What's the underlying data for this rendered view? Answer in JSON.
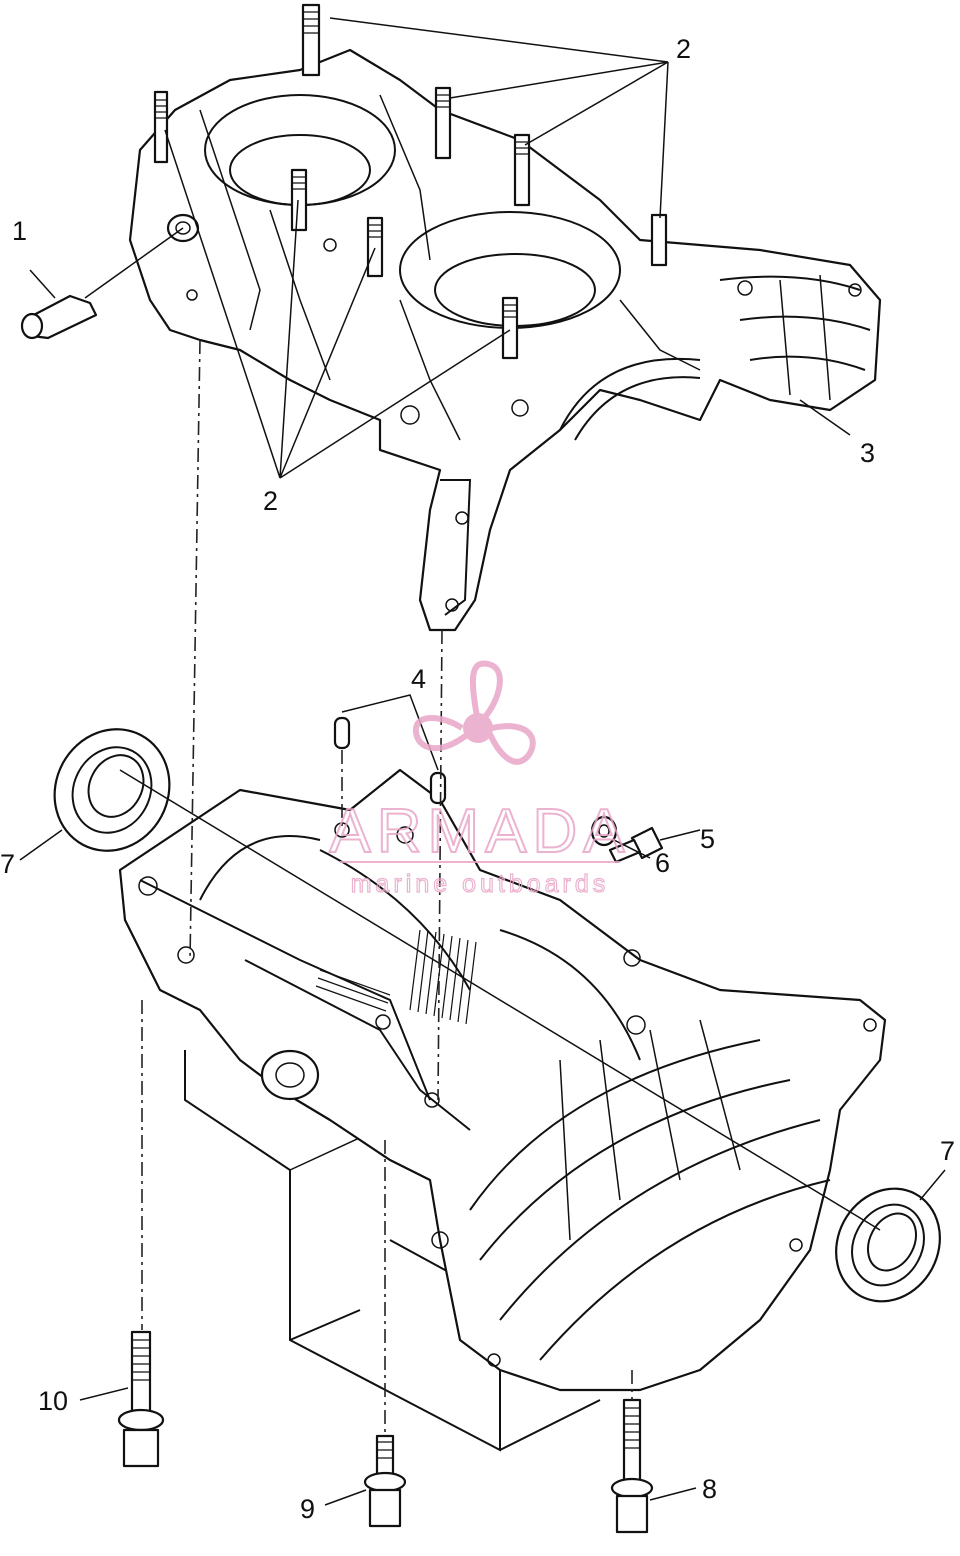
{
  "callouts": {
    "c1": "1",
    "c2a": "2",
    "c2b": "2",
    "c3": "3",
    "c4": "4",
    "c5": "5",
    "c6": "6",
    "c7a": "7",
    "c7b": "7",
    "c8": "8",
    "c9": "9",
    "c10": "10"
  },
  "watermark": {
    "title": "ARMADA",
    "subtitle": "marine outboards",
    "color": "#e8a6c8"
  }
}
